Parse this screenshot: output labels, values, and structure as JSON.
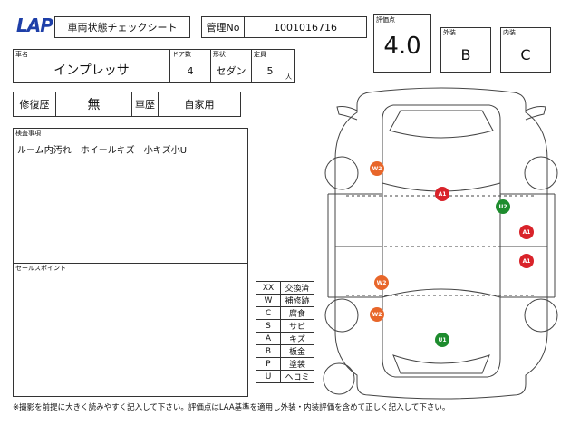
{
  "header": {
    "logo_text": "LAP",
    "sheet_title": "車両状態チェックシート",
    "management_no_label": "管理No",
    "management_no_value": "1001016716"
  },
  "score": {
    "label": "評価点",
    "value": "4.0"
  },
  "exterior": {
    "label": "外装",
    "value": "B"
  },
  "interior": {
    "label": "内装",
    "value": "C"
  },
  "vehicle": {
    "name_label": "車名",
    "name_value": "インプレッサ",
    "doors_label": "ドア数",
    "doors_value": "4",
    "body_label": "形状",
    "body_value": "セダン",
    "capacity_label": "定員",
    "capacity_value": "5",
    "capacity_unit": "人"
  },
  "history": {
    "repair_label": "修復歴",
    "repair_value": "無",
    "usage_label": "車歴",
    "usage_value": "自家用"
  },
  "inspection": {
    "label": "検査事項",
    "text": "ルーム内汚れ　ホイールキズ　小キズ小U"
  },
  "sales_point": {
    "label": "セールスポイント",
    "text": ""
  },
  "legend": [
    {
      "code": "XX",
      "meaning": "交換済"
    },
    {
      "code": "W",
      "meaning": "補修跡"
    },
    {
      "code": "C",
      "meaning": "腐食"
    },
    {
      "code": "S",
      "meaning": "サビ"
    },
    {
      "code": "A",
      "meaning": "キズ"
    },
    {
      "code": "B",
      "meaning": "板金"
    },
    {
      "code": "P",
      "meaning": "塗装"
    },
    {
      "code": "U",
      "meaning": "ヘコミ"
    }
  ],
  "damage_marks": [
    {
      "label": "W2",
      "color": "#e8662a"
    },
    {
      "label": "A1",
      "color": "#d9232a"
    },
    {
      "label": "U2",
      "color": "#1e8c2e"
    },
    {
      "label": "A1",
      "color": "#d9232a"
    },
    {
      "label": "A1",
      "color": "#d9232a"
    },
    {
      "label": "W2",
      "color": "#e8662a"
    },
    {
      "label": "W2",
      "color": "#e8662a"
    },
    {
      "label": "U1",
      "color": "#1e8c2e"
    }
  ],
  "footer_note": "※撮影を前提に大きく読みやすく記入して下さい。評価点はLAA基準を適用し外装・内装評価を含めて正しく記入して下さい。"
}
